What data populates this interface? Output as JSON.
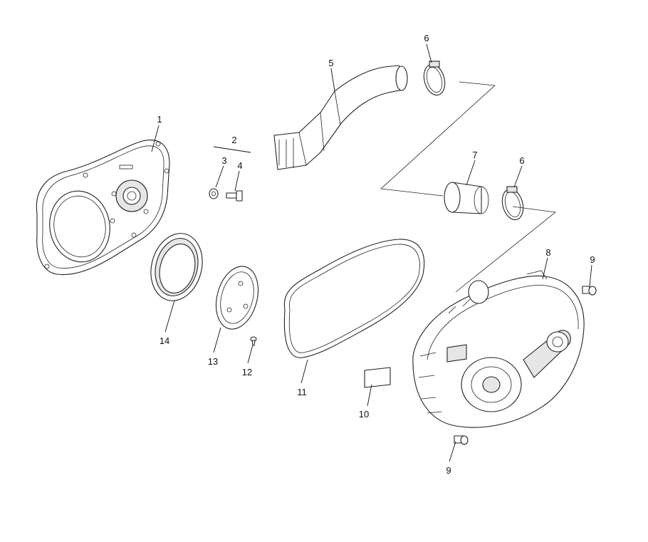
{
  "callouts": {
    "c1": "1",
    "c2": "2",
    "c3": "3",
    "c4": "4",
    "c5": "5",
    "c6a": "6",
    "c6b": "6",
    "c7": "7",
    "c8": "8",
    "c9a": "9",
    "c9b": "9",
    "c10": "10",
    "c11": "11",
    "c12": "12",
    "c13": "13",
    "c14": "14"
  }
}
